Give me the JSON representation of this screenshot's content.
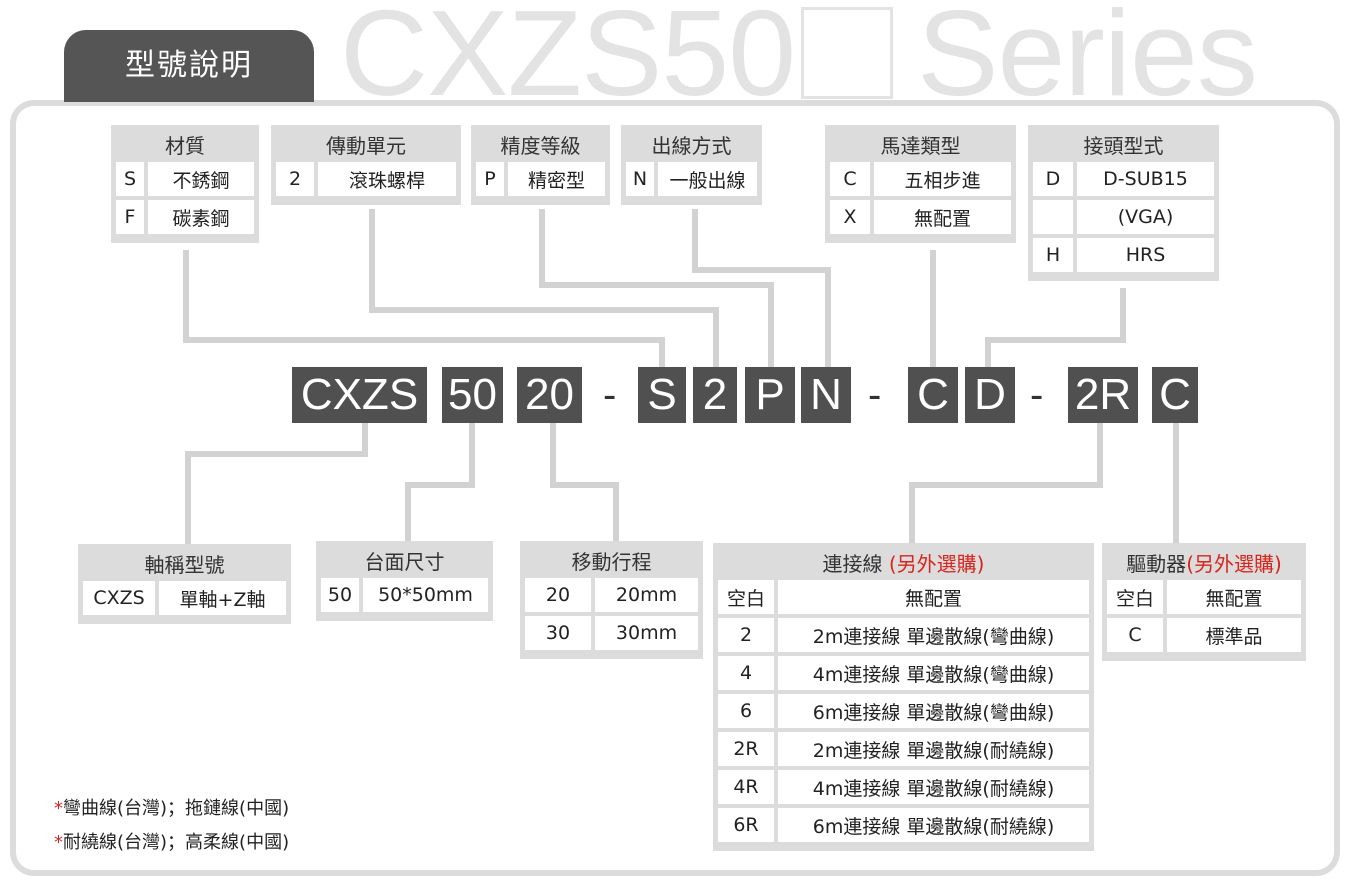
{
  "heading": "型號說明",
  "watermark": {
    "prefix": "CXZS50",
    "suffix": "Series"
  },
  "top_groups": {
    "material": {
      "title": "材質",
      "rows": [
        [
          "S",
          "不銹鋼"
        ],
        [
          "F",
          "碳素鋼"
        ]
      ]
    },
    "drive": {
      "title": "傳動單元",
      "rows": [
        [
          "2",
          "滾珠螺桿"
        ]
      ]
    },
    "precision": {
      "title": "精度等級",
      "rows": [
        [
          "P",
          "精密型"
        ]
      ]
    },
    "wiring": {
      "title": "出線方式",
      "rows": [
        [
          "N",
          "一般出線"
        ]
      ]
    },
    "motor": {
      "title": "馬達類型",
      "rows": [
        [
          "C",
          "五相步進"
        ],
        [
          "X",
          "無配置"
        ]
      ]
    },
    "connector": {
      "title": "接頭型式",
      "rows": [
        [
          "D",
          "D-SUB15"
        ],
        [
          "",
          "(VGA)"
        ],
        [
          "H",
          "HRS"
        ]
      ]
    }
  },
  "code_parts": [
    "CXZS",
    "50",
    "20",
    "-",
    "S",
    "2",
    "P",
    "N",
    "-",
    "C",
    "D",
    "-",
    "2R",
    "C"
  ],
  "bottom_groups": {
    "model": {
      "title": "軸稱型號",
      "rows": [
        [
          "CXZS",
          "單軸+Z軸"
        ]
      ]
    },
    "table": {
      "title": "台面尺寸",
      "rows": [
        [
          "50",
          "50*50mm"
        ]
      ]
    },
    "stroke": {
      "title": "移動行程",
      "rows": [
        [
          "20",
          "20mm"
        ],
        [
          "30",
          "30mm"
        ]
      ]
    },
    "cable": {
      "title": "連接線",
      "note": "(另外選購)",
      "rows": [
        [
          "空白",
          "無配置"
        ],
        [
          "2",
          "2m連接線 單邊散線(彎曲線)"
        ],
        [
          "4",
          "4m連接線 單邊散線(彎曲線)"
        ],
        [
          "6",
          "6m連接線 單邊散線(彎曲線)"
        ],
        [
          "2R",
          "2m連接線 單邊散線(耐繞線)"
        ],
        [
          "4R",
          "4m連接線 單邊散線(耐繞線)"
        ],
        [
          "6R",
          "6m連接線 單邊散線(耐繞線)"
        ]
      ]
    },
    "driver": {
      "title": "驅動器",
      "note": "(另外選購)",
      "rows": [
        [
          "空白",
          "無配置"
        ],
        [
          "C",
          "標準品"
        ]
      ]
    }
  },
  "footnotes": [
    {
      "star": "*",
      "text": "彎曲線(台灣)；拖鏈線(中國)"
    },
    {
      "star": "*",
      "text": "耐繞線(台灣)；高柔線(中國)"
    }
  ],
  "colors": {
    "code_bg": "#505050",
    "box_bg": "#dcdcdc",
    "accent_red": "#d8251d",
    "frame": "#dcdcdc"
  }
}
